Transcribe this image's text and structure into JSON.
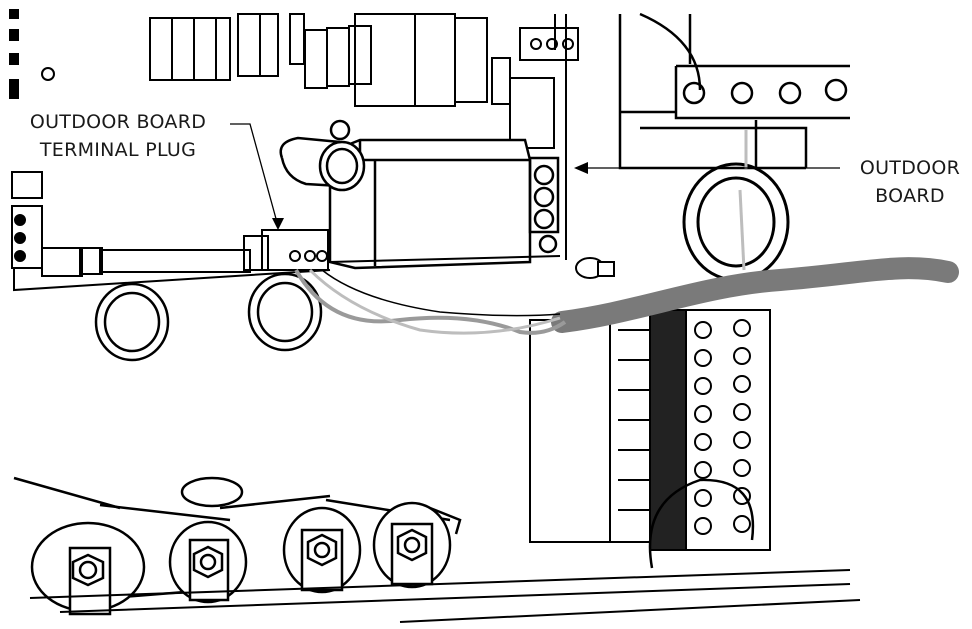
{
  "callouts": {
    "terminal_plug": {
      "line1": "OUTDOOR BOARD",
      "line2": "TERMINAL PLUG"
    },
    "outdoor_board": {
      "line1": "OUTDOOR",
      "line2": "BOARD"
    }
  },
  "colors": {
    "line": "#000000",
    "cable": "#7a7a7a",
    "wire_light": "#bdbdbd",
    "background": "#ffffff"
  },
  "icons": [
    "board-component",
    "ring-grommet",
    "capacitor",
    "terminal-block",
    "nut"
  ]
}
